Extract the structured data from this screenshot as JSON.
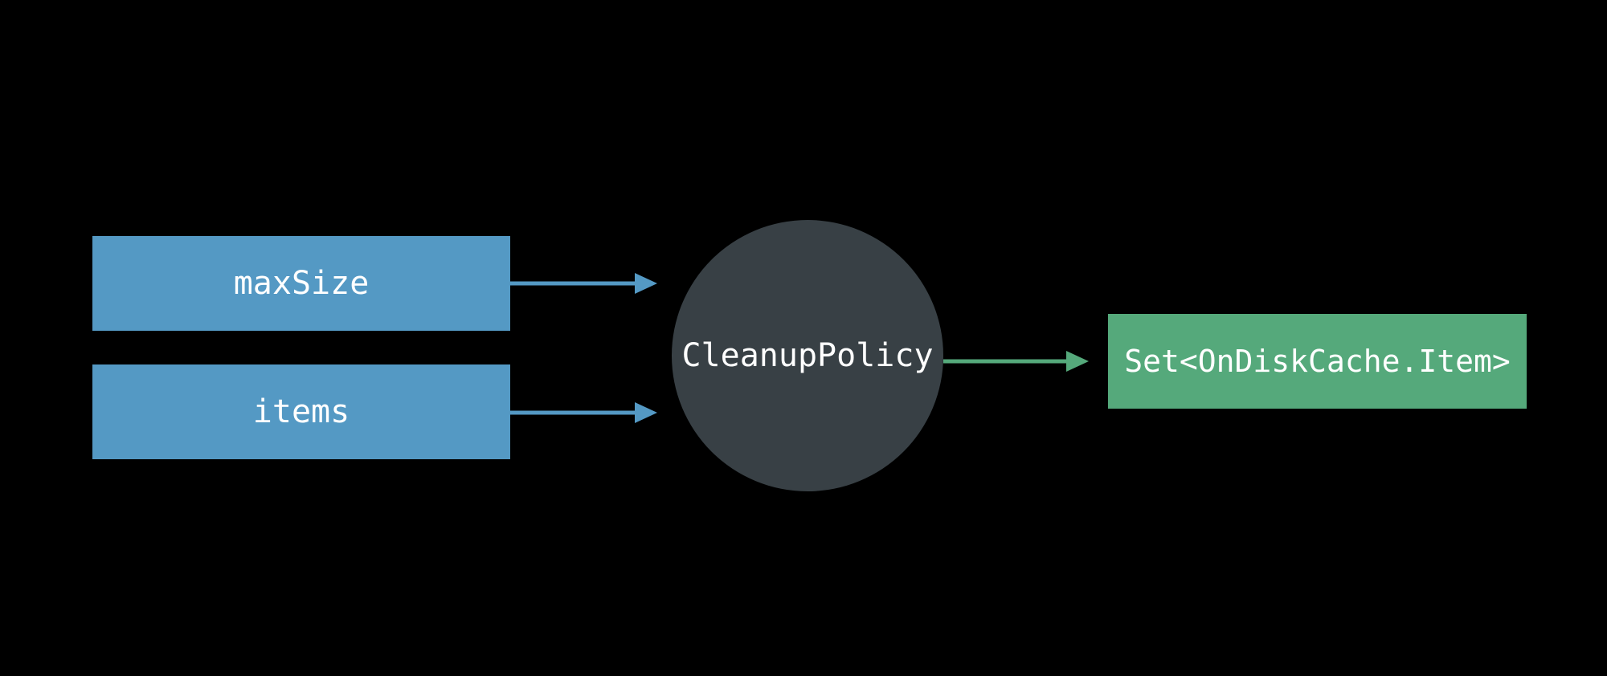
{
  "inputs": [
    {
      "label": "maxSize"
    },
    {
      "label": "items"
    }
  ],
  "policy": {
    "label": "CleanupPolicy"
  },
  "output": {
    "label": "Set<OnDiskCache.Item>"
  },
  "colors": {
    "background": "#000000",
    "input_fill": "#5499c4",
    "input_arrow": "#5499c4",
    "policy_fill": "#384045",
    "output_fill": "#55a97b",
    "output_arrow": "#55a97b",
    "text": "#ffffff"
  }
}
